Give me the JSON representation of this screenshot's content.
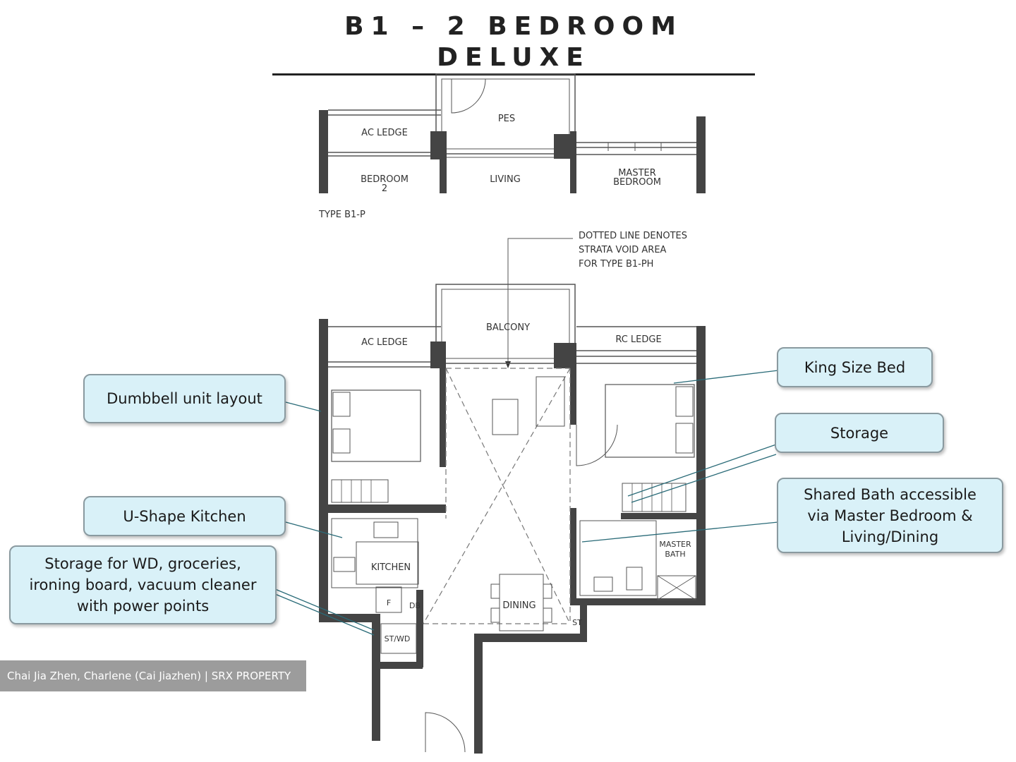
{
  "title": "B1 – 2 BEDROOM DELUXE",
  "plans": {
    "penthouse": {
      "rooms": {
        "ac_ledge": "AC LEDGE",
        "pes": "PES",
        "bedroom2": [
          "BEDROOM",
          "2"
        ],
        "living": "LIVING",
        "master_bedroom": [
          "MASTER",
          "BEDROOM"
        ]
      },
      "type_label": "TYPE B1-P"
    },
    "main": {
      "note": [
        "DOTTED LINE DENOTES",
        "STRATA VOID AREA",
        "FOR TYPE B1-PH"
      ],
      "rooms": {
        "ac_ledge": "AC LEDGE",
        "balcony": "BALCONY",
        "rc_ledge": "RC LEDGE",
        "kitchen": "KITCHEN",
        "dining": "DINING",
        "master_bath": [
          "MASTER",
          "BATH"
        ],
        "fridge": "F",
        "db": "DB",
        "st_wd": "ST/WD",
        "st": "ST"
      }
    }
  },
  "callouts": {
    "dumbbell": "Dumbbell unit layout",
    "king_bed": "King Size Bed",
    "storage": "Storage",
    "shared_bath": [
      "Shared Bath accessible",
      "via Master Bedroom &",
      "Living/Dining"
    ],
    "kitchen": "U-Shape Kitchen",
    "storage_wd": [
      "Storage for WD, groceries,",
      "ironing board, vacuum cleaner",
      "with power points"
    ]
  },
  "credit": "Chai Jia Zhen, Charlene (Cai Jiazhen) | SRX PROPERTY",
  "colors": {
    "callout_fill": "#d9f1f8",
    "wall": "#3a3a3a",
    "credit_bar": "#9c9c9c"
  }
}
